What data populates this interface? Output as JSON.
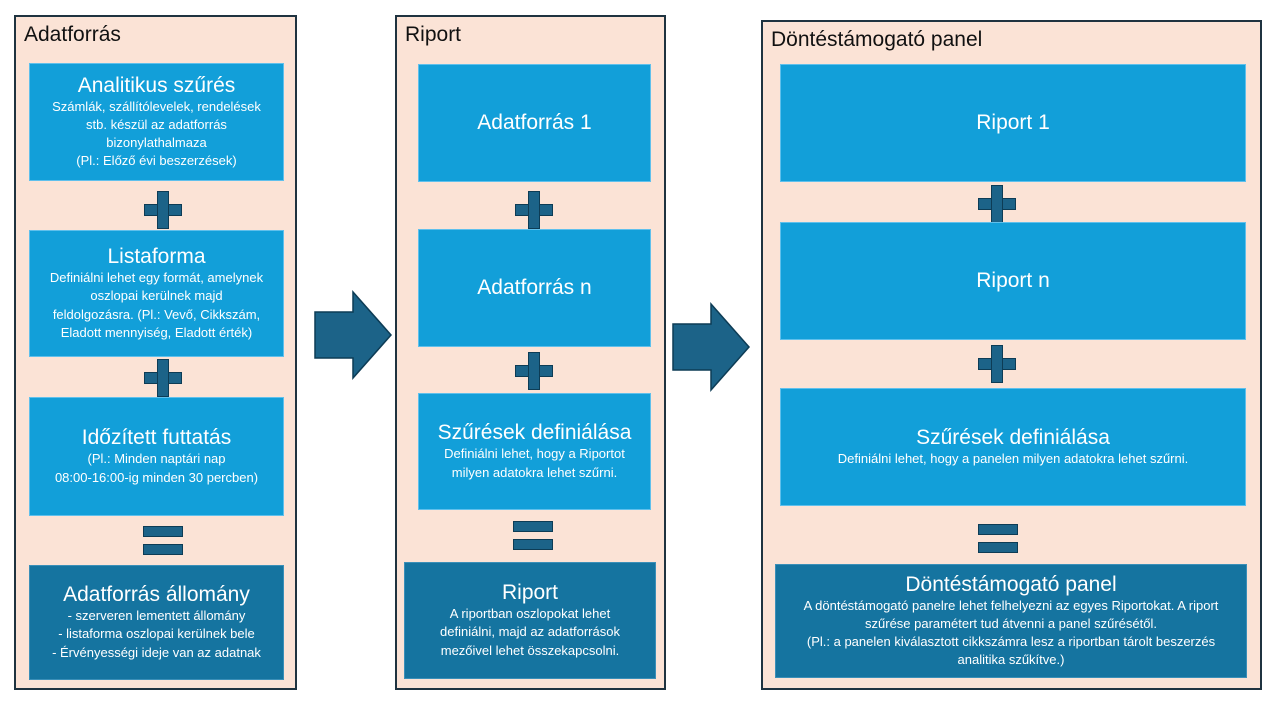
{
  "panels": {
    "adatforras": {
      "title": "Adatforrás",
      "box1": {
        "title": "Analitikus szűrés",
        "lines": [
          "Számlák, szállítólevelek, rendelések",
          "stb. készül az adatforrás",
          "bizonylathalmaza",
          "(Pl.: Előző évi beszerzések)"
        ]
      },
      "box2": {
        "title": "Listaforma",
        "lines": [
          "Definiálni lehet egy formát, amelynek",
          "oszlopai kerülnek majd",
          "feldolgozásra.  (Pl.: Vevő, Cikkszám,",
          "Eladott mennyiség, Eladott érték)"
        ]
      },
      "box3": {
        "title": "Időzített futtatás",
        "lines": [
          "(Pl.: Minden naptári nap",
          "08:00-16:00-ig minden 30 percben)"
        ]
      },
      "result": {
        "title": "Adatforrás állomány",
        "lines": [
          "- szerveren lementett állomány",
          "-     listaforma oszlopai kerülnek bele",
          "-     Érvényességi ideje van az adatnak"
        ]
      }
    },
    "riport": {
      "title": "Riport",
      "box1": {
        "title": "Adatforrás 1"
      },
      "box2": {
        "title": "Adatforrás n"
      },
      "box3": {
        "title": "Szűrések definiálása",
        "lines": [
          "Definiálni lehet, hogy a Riportot",
          "milyen adatokra lehet szűrni."
        ]
      },
      "result": {
        "title": "Riport",
        "lines": [
          "A riportban oszlopokat lehet",
          "definiálni, majd az adatforrások",
          "mezőivel lehet összekapcsolni."
        ]
      }
    },
    "panel": {
      "title": "Döntéstámogató panel",
      "box1": {
        "title": "Riport 1"
      },
      "box2": {
        "title": "Riport n"
      },
      "box3": {
        "title": "Szűrések definiálása",
        "lines": [
          "Definiálni lehet, hogy a panelen milyen adatokra lehet szűrni."
        ]
      },
      "result": {
        "title": "Döntéstámogató panel",
        "lines": [
          "A döntéstámogató panelre lehet felhelyezni az egyes Riportokat. A riport",
          "szűrése paramétert tud átvenni a panel szűrésétől.",
          "(Pl.: a panelen kiválasztott cikkszámra lesz a riportban tárolt  beszerzés",
          "analitika szűkítve.)"
        ]
      }
    }
  },
  "colors": {
    "panel_bg": "#fbe3d6",
    "box_light": "#129fd9",
    "box_dark": "#1574a0",
    "symbol": "#1c6388"
  },
  "icons": [
    "plus-icon",
    "equals-icon",
    "arrow-right-icon"
  ]
}
